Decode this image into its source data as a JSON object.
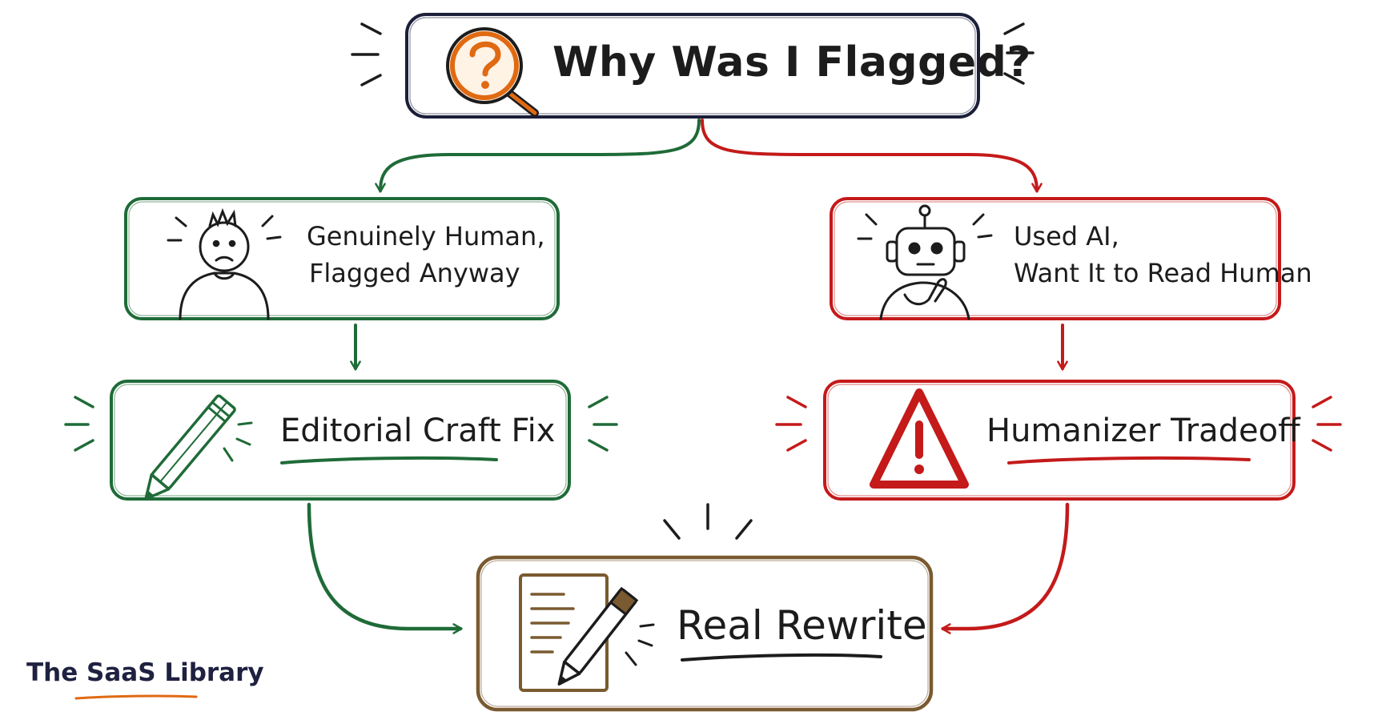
{
  "title": "Why Was I Flagged?",
  "branches": {
    "human": {
      "line1": "Genuinely Human,",
      "line2": "Flagged Anyway"
    },
    "ai": {
      "line1": "Used AI,",
      "line2": "Want It to Read Human"
    }
  },
  "outcomes": {
    "human_fix": "Editorial Craft Fix",
    "ai_fix": "Humanizer Tradeoff"
  },
  "final": "Real Rewrite",
  "brand": "The SaaS Library",
  "icons": {
    "title": "magnifier-question-icon",
    "human": "worried-person-icon",
    "ai": "thinking-robot-icon",
    "human_fix": "pencil-icon",
    "ai_fix": "warning-triangle-icon",
    "final": "document-pencil-icon"
  },
  "colors": {
    "ink": "#1c1c1c",
    "green": "#1f6b38",
    "red": "#c41a1a",
    "brown": "#7a5a30",
    "orange": "#e06a12",
    "navy": "#1e2140"
  }
}
